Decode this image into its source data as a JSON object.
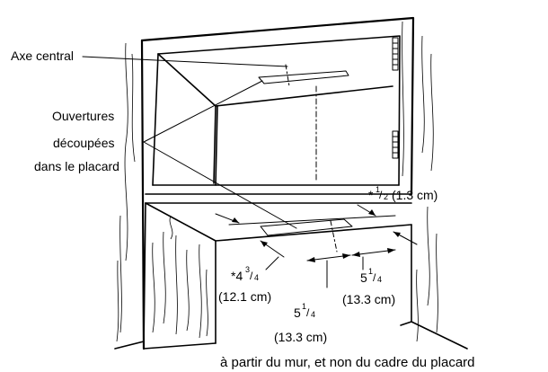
{
  "labels": {
    "center_axis": "Axe central",
    "openings_line1": "Ouvertures",
    "openings_line2": "découpées",
    "openings_line3": "dans le placard",
    "dim_half_whole": "*",
    "dim_half_num": "1",
    "dim_half_den": "2",
    "dim_half_metric": "(1.3 cm)",
    "dim_left_whole": "*4",
    "dim_left_num": "3",
    "dim_left_den": "4",
    "dim_left_metric": "(12.1 cm)",
    "dim_mid_whole": "5",
    "dim_mid_num": "1",
    "dim_mid_den": "4",
    "dim_mid_metric": "(13.3 cm)",
    "dim_right_whole": "5",
    "dim_right_num": "1",
    "dim_right_den": "4",
    "dim_right_metric": "(13.3 cm)",
    "footnote": "à partir du mur, et non du cadre du placard"
  }
}
